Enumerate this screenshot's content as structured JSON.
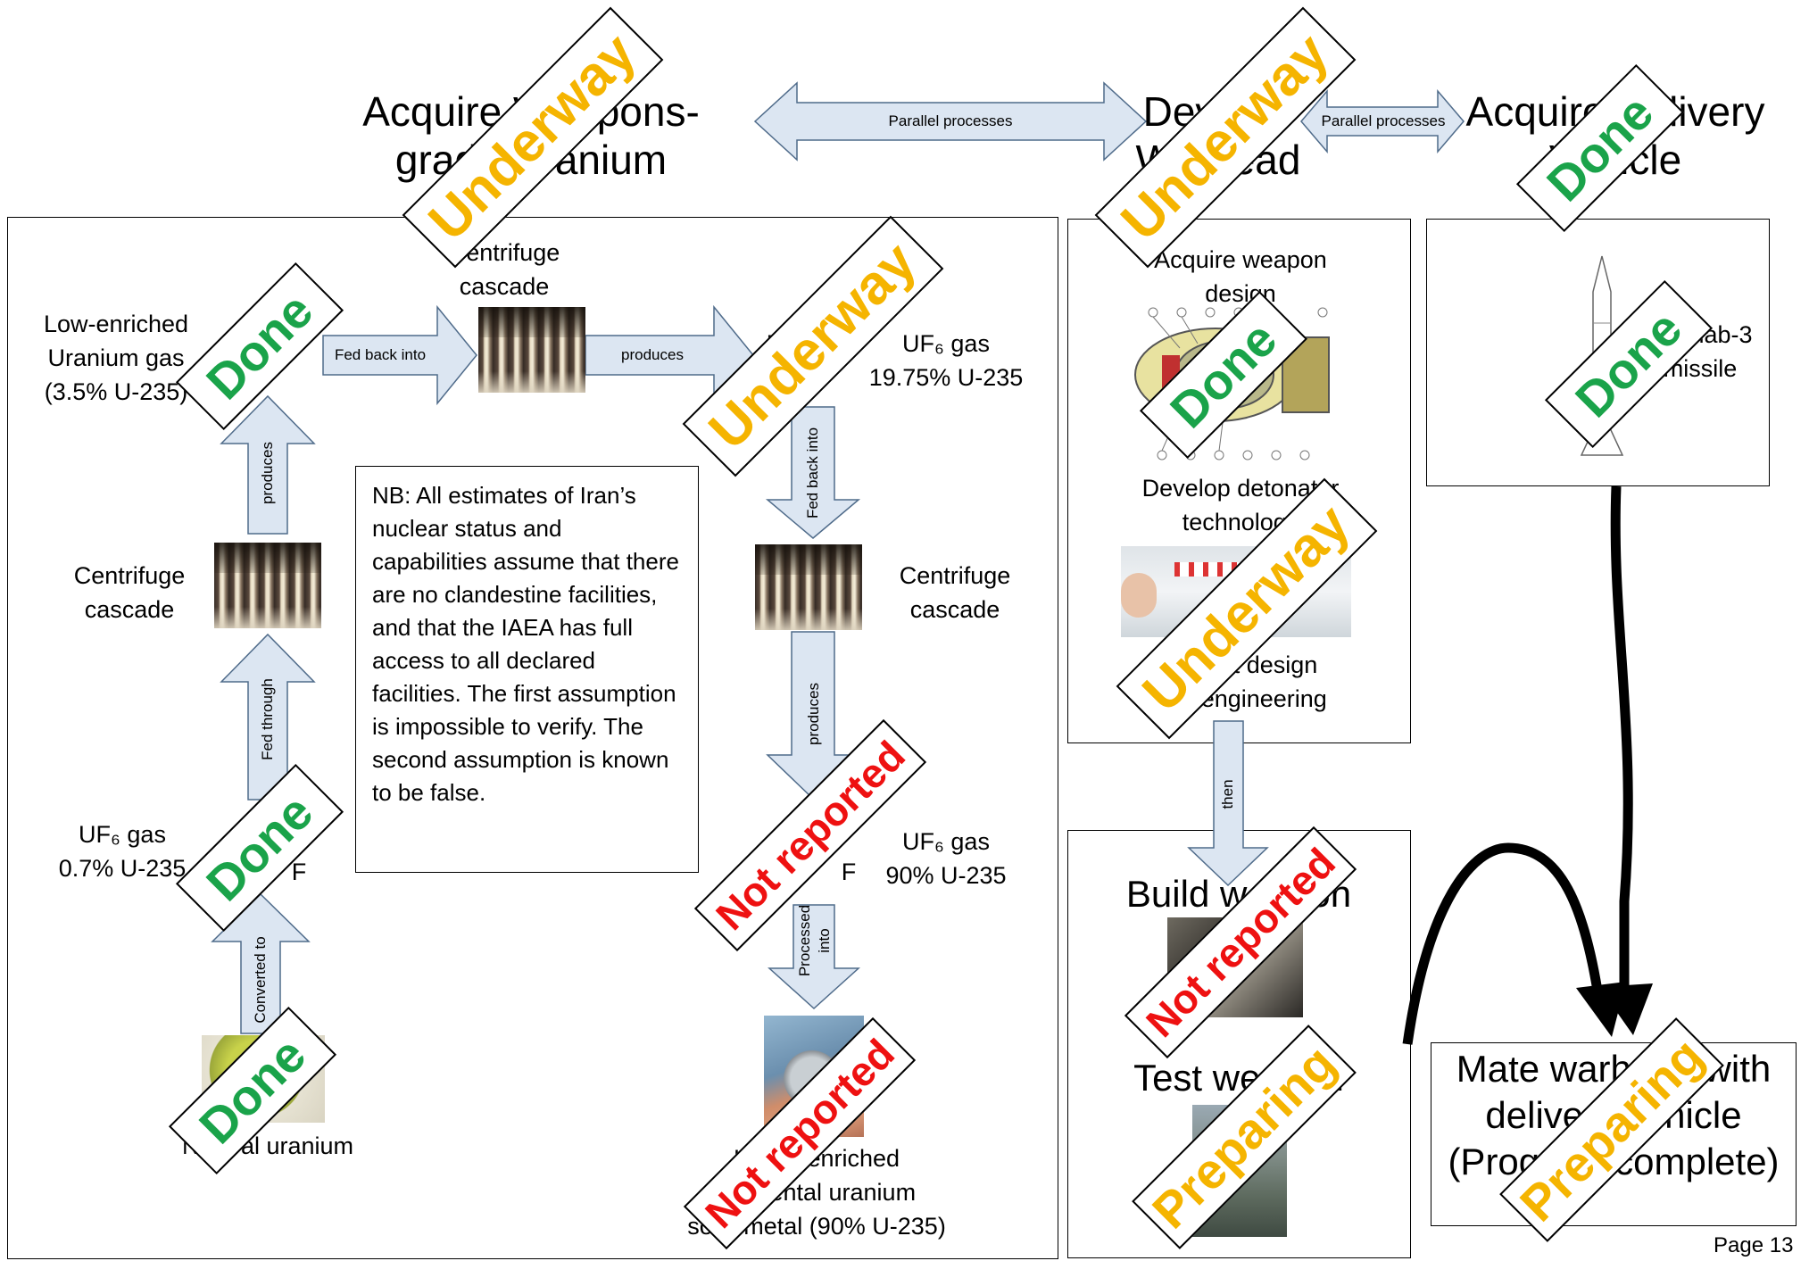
{
  "headings": {
    "uranium": "Acquire Weapons-grade Uranium",
    "warhead": "Develop Warhead",
    "delivery": "Acquire Delivery Vehicle"
  },
  "connectors": {
    "parallel_left": "Parallel processes",
    "parallel_right": "Parallel processes"
  },
  "uranium_chain": {
    "low_enriched": "Low-enriched Uranium gas (3.5% U-235)",
    "low_enriched_l1": "Low-enriched",
    "low_enriched_l2": "Uranium gas",
    "low_enriched_l3": "(3.5% U-235)",
    "uf6_partial": "F",
    "cascade_top_l1": "Centrifuge",
    "cascade_top_l2": "cascade",
    "fed_back_into": "Fed back into",
    "produces_top": "produces",
    "uf6_1975_l1": "UF₆ gas",
    "uf6_1975_l2": "19.75% U-235",
    "fed_back_into_down": "Fed back into",
    "cascade_left_l1": "Centrifuge",
    "cascade_left_l2": "cascade",
    "produces_left": "produces",
    "fed_through": "Fed through",
    "cascade_right_l1": "Centrifuge",
    "cascade_right_l2": "cascade",
    "produces_right": "produces",
    "uf6_07_l1": "UF₆ gas",
    "uf6_07_l2": "0.7% U-235",
    "uf6_90_l1": "UF₆ gas",
    "uf6_90_l2": "90% U-235",
    "converted_to": "Converted to",
    "processed_into_l1": "Processed",
    "processed_into_l2": "into",
    "natural_uranium": "Natural uranium",
    "heu_l1": "Highly enriched",
    "heu_l2": "elemental uranium",
    "heu_l3": "solid metal (90% U-235)"
  },
  "note": "NB:  All estimates of Iran’s nuclear status and capabilities assume that there are no clandestine facilities, and that the IAEA has full access to all declared facilities.  The first assumption is impossible to verify.  The second assumption is known to be false.",
  "warhead_box": {
    "acquire_design_l1": "Acquire weapon",
    "acquire_design_l2": "design",
    "detonator_l1": "Develop detonator",
    "detonator_l2": "technology",
    "robust_l1": "Robust design",
    "robust_l2": "and engineering",
    "then": "then"
  },
  "build_box": {
    "build": "Build weapon",
    "test": "Test weapon"
  },
  "delivery_box": {
    "missile_l1": "Shahab-3",
    "missile_l2": "missile"
  },
  "mate_box": {
    "l1": "Mate warhead with",
    "l2": "delivery vehicle",
    "l3": "(Program complete)"
  },
  "statuses": {
    "underway_heading_uranium": "Underway",
    "underway_heading_warhead": "Underway",
    "done_heading_delivery": "Done",
    "done_low_enriched": "Done",
    "underway_1975": "Underway",
    "done_uf6_07": "Done",
    "done_natural": "Done",
    "notrep_uf6_90": "Not reported",
    "notrep_heu": "Not reported",
    "done_design": "Done",
    "underway_detonator": "Underway",
    "done_missile": "Done",
    "notrep_build": "Not reported",
    "prep_test": "Preparing",
    "prep_mate": "Preparing"
  },
  "page_label": "Page 13",
  "colors": {
    "done": "#1aa34a",
    "underway": "#f5b400",
    "not_reported": "#ee1111",
    "preparing": "#f5b400",
    "arrow_fill": "#dce6f2",
    "arrow_stroke": "#4f6b8a"
  }
}
